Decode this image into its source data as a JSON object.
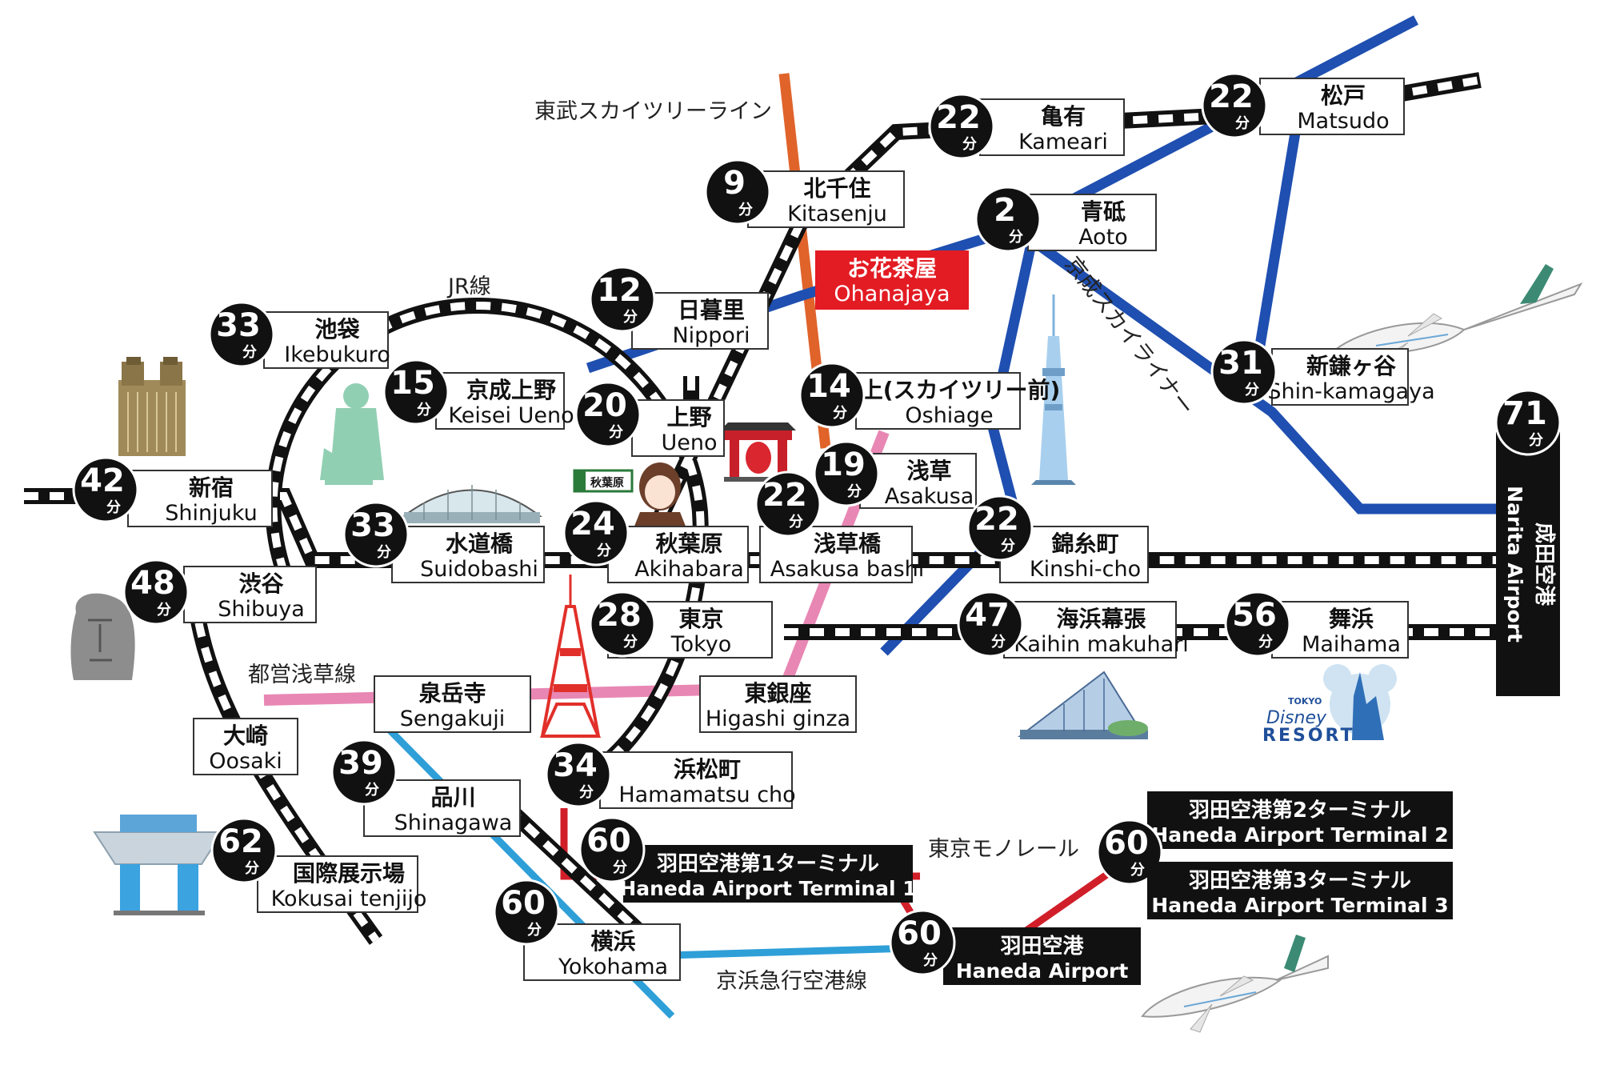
{
  "line_labels": {
    "tobu": "東武スカイツリーライン",
    "jr": "JR線",
    "asakusa": "都営浅草線",
    "skyliner": "京成スカイライナー",
    "monorail": "東京モノレール",
    "keikyu": "京浜急行空港線"
  },
  "stations": {
    "ohanajaya": {
      "jp": "お花茶屋",
      "en": "Ohanajaya"
    },
    "kitasenju": {
      "jp": "北千住",
      "en": "Kitasenju",
      "min": "9"
    },
    "kameari": {
      "jp": "亀有",
      "en": "Kameari",
      "min": "22"
    },
    "matsudo": {
      "jp": "松戸",
      "en": "Matsudo",
      "min": "22"
    },
    "aoto": {
      "jp": "青砥",
      "en": "Aoto",
      "min": "2"
    },
    "nippori": {
      "jp": "日暮里",
      "en": "Nippori",
      "min": "12"
    },
    "ikebukuro": {
      "jp": "池袋",
      "en": "Ikebukuro",
      "min": "33"
    },
    "keisei_ueno": {
      "jp": "京成上野",
      "en": "Keisei Ueno",
      "min": "15"
    },
    "ueno": {
      "jp": "上野",
      "en": "Ueno",
      "min": "20"
    },
    "oshiage": {
      "jp": "押上(スカイツリー前)",
      "en": "Oshiage",
      "min": "14"
    },
    "asakusa": {
      "jp": "浅草",
      "en": "Asakusa",
      "min": "19"
    },
    "shin_kamagaya": {
      "jp": "新鎌ヶ谷",
      "en": "Shin-kamagaya",
      "min": "31"
    },
    "narita": {
      "jp": "成田空港",
      "en": "Narita Airport",
      "min": "71"
    },
    "shinjuku": {
      "jp": "新宿",
      "en": "Shinjuku",
      "min": "42"
    },
    "suidobashi": {
      "jp": "水道橋",
      "en": "Suidobashi",
      "min": "33"
    },
    "akihabara": {
      "jp": "秋葉原",
      "en": "Akihabara",
      "min": "24"
    },
    "asakusabashi": {
      "jp": "浅草橋",
      "en": "Asakusa bashi",
      "min": "22"
    },
    "kinshicho": {
      "jp": "錦糸町",
      "en": "Kinshi-cho",
      "min": "22"
    },
    "shibuya": {
      "jp": "渋谷",
      "en": "Shibuya",
      "min": "48"
    },
    "tokyo": {
      "jp": "東京",
      "en": "Tokyo",
      "min": "28"
    },
    "kaihin": {
      "jp": "海浜幕張",
      "en": "Kaihin makuhari",
      "min": "47"
    },
    "maihama": {
      "jp": "舞浜",
      "en": "Maihama",
      "min": "56"
    },
    "sengakuji": {
      "jp": "泉岳寺",
      "en": "Sengakuji"
    },
    "higashiginza": {
      "jp": "東銀座",
      "en": "Higashi ginza"
    },
    "oosaki": {
      "jp": "大崎",
      "en": "Oosaki"
    },
    "shinagawa": {
      "jp": "品川",
      "en": "Shinagawa",
      "min": "39"
    },
    "hamamatsucho": {
      "jp": "浜松町",
      "en": "Hamamatsu cho",
      "min": "34"
    },
    "kokusai": {
      "jp": "国際展示場",
      "en": "Kokusai tenjijo",
      "min": "62"
    },
    "yokohama": {
      "jp": "横浜",
      "en": "Yokohama",
      "min": "60"
    },
    "haneda_t1": {
      "jp": "羽田空港第1ターミナル",
      "en": "Haneda Airport Terminal 1",
      "min": "60"
    },
    "haneda_t2": {
      "jp": "羽田空港第2ターミナル",
      "en": "Haneda Airport Terminal 2",
      "min": "60"
    },
    "haneda_t3": {
      "jp": "羽田空港第3ターミナル",
      "en": "Haneda Airport Terminal 3"
    },
    "haneda": {
      "jp": "羽田空港",
      "en": "Haneda Airport",
      "min": "60"
    }
  },
  "unit": "分",
  "akihabara_sign": "秋葉原",
  "disney_logo": {
    "top": "TOKYO",
    "script": "Disney",
    "bottom": "RESORT"
  },
  "colors": {
    "tobu": "#e0632a",
    "keisei": "#1f4fb0",
    "asakusa_line": "#e887b4",
    "monorail": "#d11f2a",
    "keikyu": "#2f9fd8",
    "jr": "#111111",
    "highlight": "#e31b23"
  }
}
